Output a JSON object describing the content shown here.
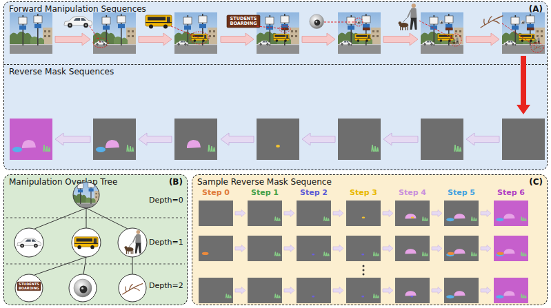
{
  "diagram": {
    "nodes": [
      {
        "text": [
          "Forward Manipulation Sequences",
          "(A)"
        ]
      },
      {
        "text": [
          "Reverse Mask Sequences"
        ]
      },
      {
        "text": [
          "Manipulation Overlap Tree",
          "(B)"
        ]
      },
      {
        "text": [
          "Sample Reverse Mask Sequence",
          "(C)"
        ]
      }
    ],
    "labels": [
      "STUDENTS BOARDING",
      "STUDENTS BOARDING",
      "Depth=0",
      "Depth=1",
      "Depth=2",
      "Step 0",
      "Step 1",
      "Step 2",
      "Step 3",
      "Step 4",
      "Step 5",
      "Step 6"
    ]
  }
}
